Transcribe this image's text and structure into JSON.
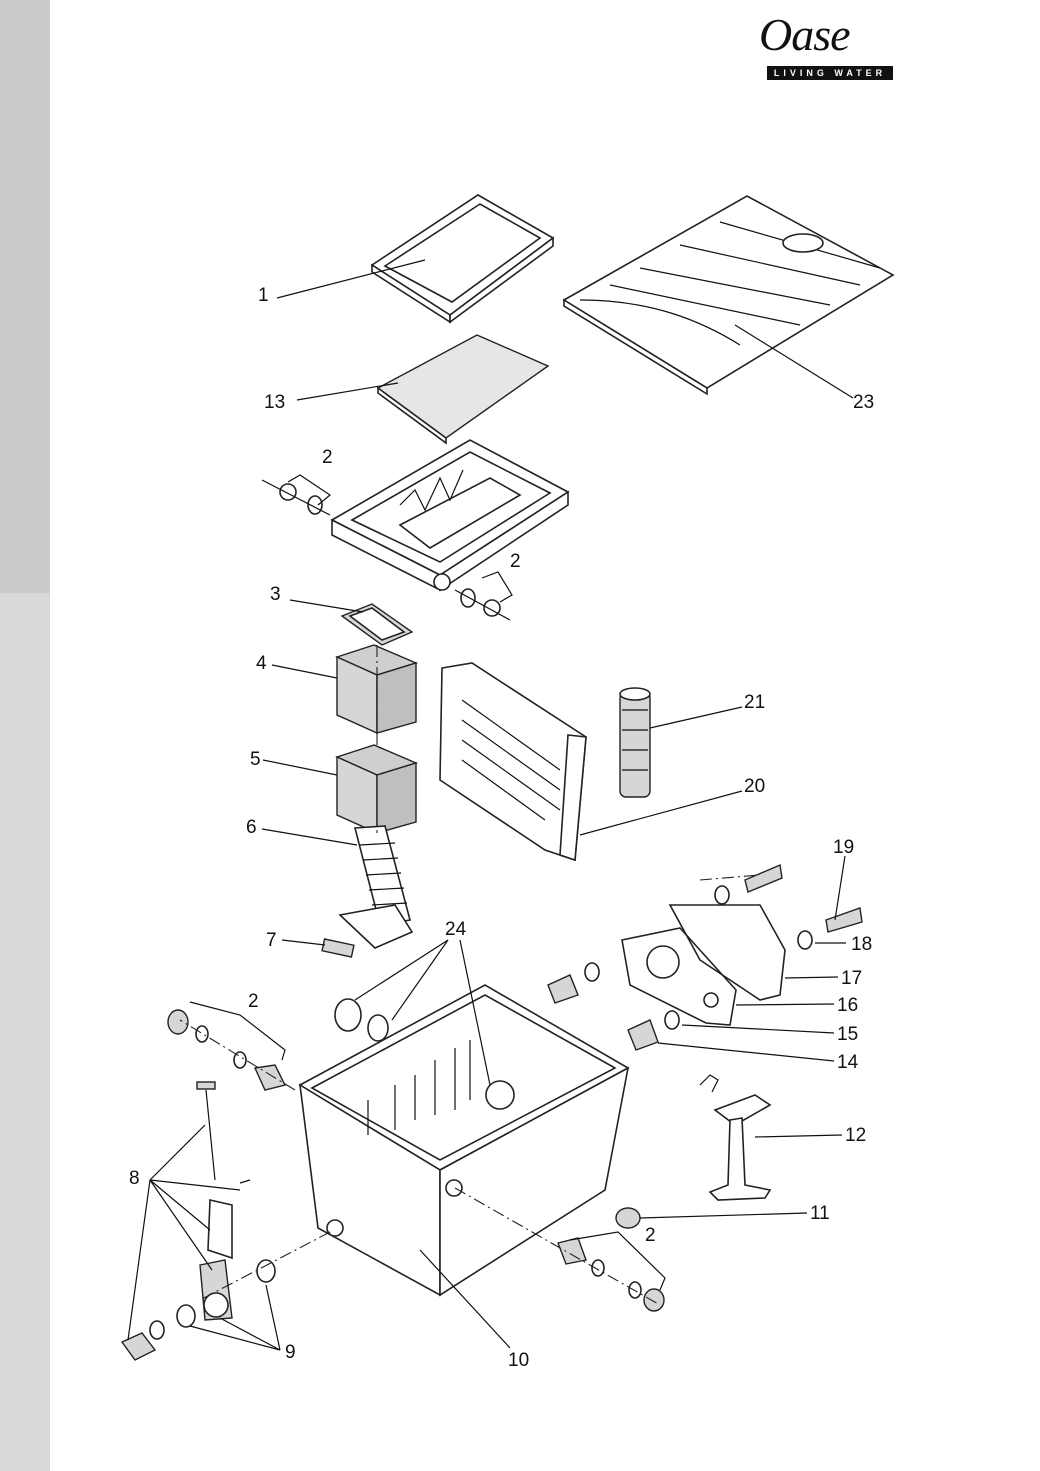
{
  "brand": {
    "name": "Oase",
    "tagline": "LIVING WATER"
  },
  "labels": {
    "l1": "1",
    "l13": "13",
    "l2a": "2",
    "l2b": "2",
    "l3": "3",
    "l4": "4",
    "l5": "5",
    "l6": "6",
    "l7": "7",
    "l21": "21",
    "l20": "20",
    "l19": "19",
    "l24": "24",
    "l18": "18",
    "l17": "17",
    "l16": "16",
    "l15": "15",
    "l14": "14",
    "l2c": "2",
    "l12": "12",
    "l8": "8",
    "l11": "11",
    "l2d": "2",
    "l9": "9",
    "l10": "10",
    "l23": "23"
  }
}
